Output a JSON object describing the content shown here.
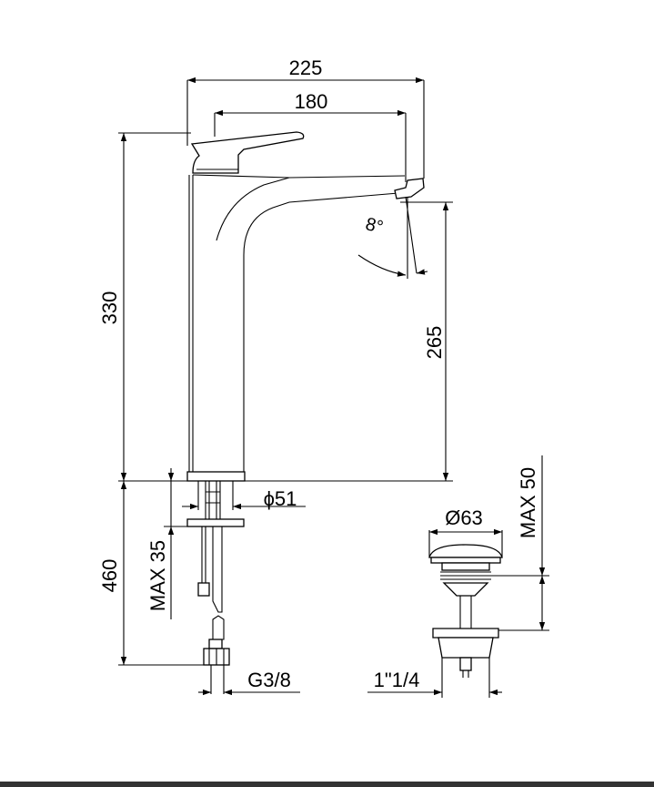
{
  "drawing": {
    "dimensions": {
      "total_reach": "225",
      "spout_reach": "180",
      "total_height": "330",
      "spout_height": "265",
      "rotation_angle": "8°",
      "base_diameter": "ϕ51",
      "max_deck_thickness": "MAX 35",
      "hose_length": "460",
      "connection_thread": "G3/8",
      "waste_diameter": "Ø63",
      "waste_max_thickness": "MAX 50",
      "waste_thread": "1\"1/4"
    }
  }
}
